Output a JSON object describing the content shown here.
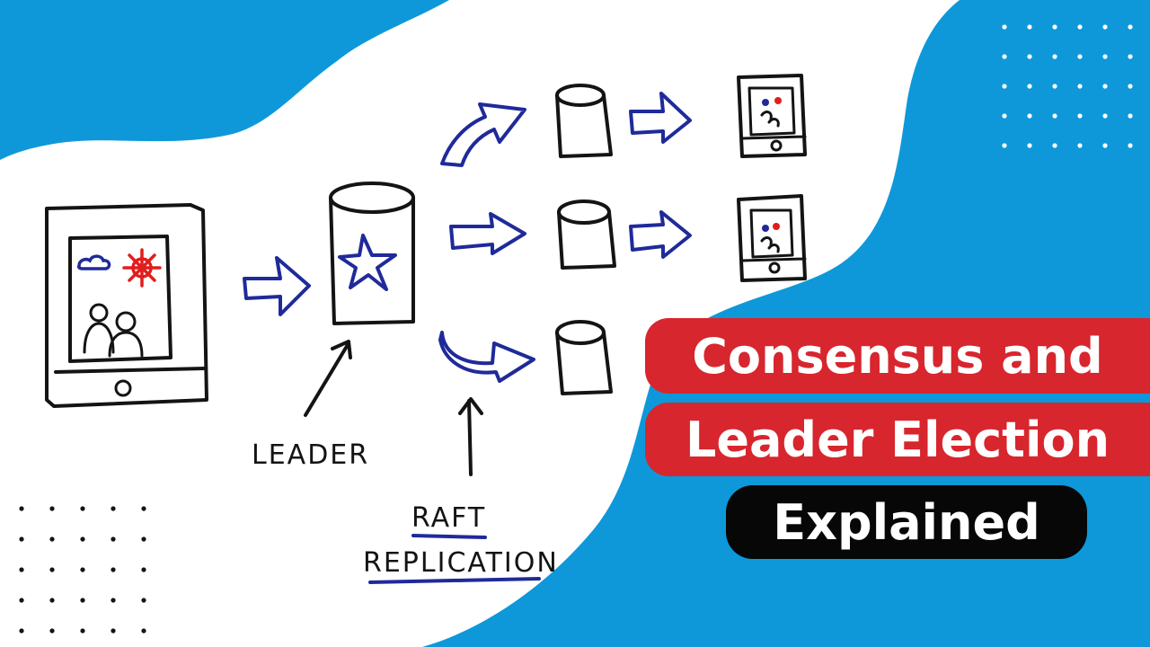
{
  "colors": {
    "blue_accent": "#0e98d9",
    "banner_red": "#d7262e",
    "banner_black": "#070707",
    "ink_black": "#141414",
    "marker_blue": "#1f2a9a",
    "marker_red": "#e11d1d"
  },
  "icons": [
    "tablet-icon",
    "database-icon",
    "star-icon",
    "phone-icon",
    "arrow-icon"
  ],
  "diagram": {
    "leader_label": "LEADER",
    "raft_label": "RAFT",
    "replication_label": "REPLICATION"
  },
  "title": {
    "line1": "Consensus and",
    "line2": "Leader Election",
    "line3": "Explained"
  }
}
